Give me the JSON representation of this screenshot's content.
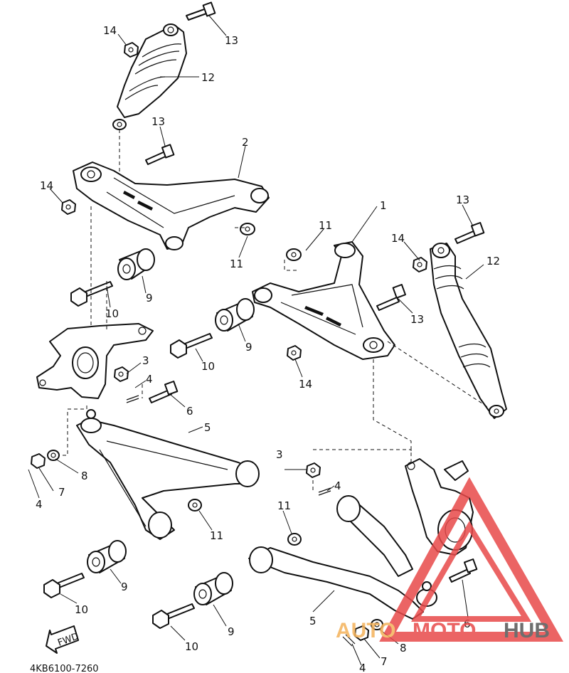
{
  "diagram": {
    "code": "4KB6100-7260",
    "fwd_label": "FWD",
    "callouts": [
      {
        "id": "c1",
        "label": "1"
      },
      {
        "id": "c2",
        "label": "2"
      },
      {
        "id": "c3a",
        "label": "3"
      },
      {
        "id": "c3b",
        "label": "3"
      },
      {
        "id": "c4a",
        "label": "4"
      },
      {
        "id": "c4b",
        "label": "4"
      },
      {
        "id": "c4c",
        "label": "4"
      },
      {
        "id": "c4d",
        "label": "4"
      },
      {
        "id": "c5a",
        "label": "5"
      },
      {
        "id": "c5b",
        "label": "5"
      },
      {
        "id": "c6a",
        "label": "6"
      },
      {
        "id": "c6b",
        "label": "6"
      },
      {
        "id": "c7a",
        "label": "7"
      },
      {
        "id": "c7b",
        "label": "7"
      },
      {
        "id": "c8a",
        "label": "8"
      },
      {
        "id": "c8b",
        "label": "8"
      },
      {
        "id": "c9a",
        "label": "9"
      },
      {
        "id": "c9b",
        "label": "9"
      },
      {
        "id": "c9c",
        "label": "9"
      },
      {
        "id": "c9d",
        "label": "9"
      },
      {
        "id": "c10a",
        "label": "10"
      },
      {
        "id": "c10b",
        "label": "10"
      },
      {
        "id": "c10c",
        "label": "10"
      },
      {
        "id": "c10d",
        "label": "10"
      },
      {
        "id": "c11a",
        "label": "11"
      },
      {
        "id": "c11b",
        "label": "11"
      },
      {
        "id": "c11c",
        "label": "11"
      },
      {
        "id": "c11d",
        "label": "11"
      },
      {
        "id": "c12a",
        "label": "12"
      },
      {
        "id": "c12b",
        "label": "12"
      },
      {
        "id": "c13a",
        "label": "13"
      },
      {
        "id": "c13b",
        "label": "13"
      },
      {
        "id": "c13c",
        "label": "13"
      },
      {
        "id": "c13d",
        "label": "13"
      },
      {
        "id": "c14a",
        "label": "14"
      },
      {
        "id": "c14b",
        "label": "14"
      },
      {
        "id": "c14c",
        "label": "14"
      },
      {
        "id": "c14d",
        "label": "14"
      }
    ]
  },
  "watermark": {
    "text_a": "AUTO",
    "text_b": "MOTO",
    "text_c": "HUB",
    "color_red": "#e8494a",
    "color_orange": "#f4b25a",
    "color_dark": "#555555"
  }
}
